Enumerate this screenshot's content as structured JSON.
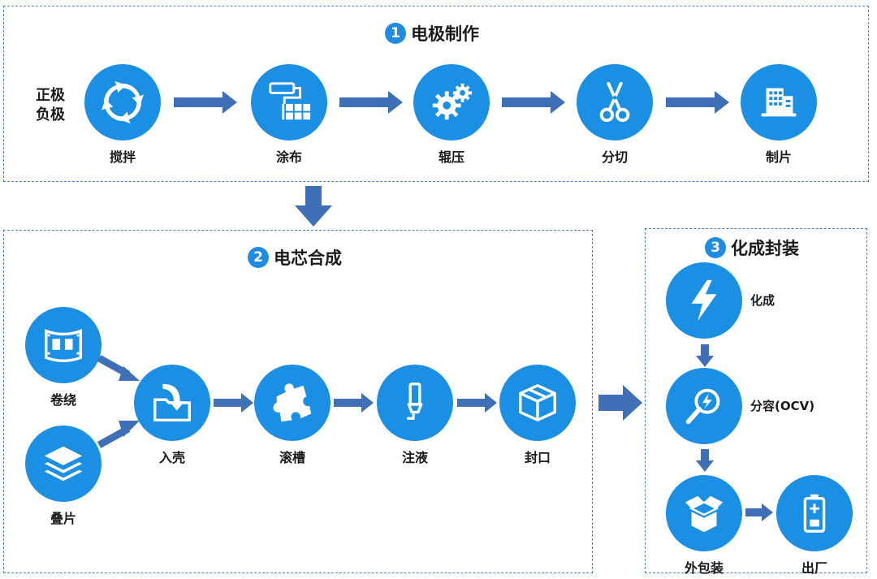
{
  "sections": {
    "electrode": {
      "number": "1",
      "title": "电极制作",
      "input_lines": [
        "正极",
        "负极"
      ],
      "steps": [
        {
          "label": "搅拌",
          "icon": "rotate-cycle-icon"
        },
        {
          "label": "涂布",
          "icon": "paint-roller-icon"
        },
        {
          "label": "辊压",
          "icon": "gears-icon"
        },
        {
          "label": "分切",
          "icon": "scissors-icon"
        },
        {
          "label": "制片",
          "icon": "building-icon"
        }
      ]
    },
    "cell": {
      "number": "2",
      "title": "电芯合成",
      "steps": [
        {
          "label": "卷绕",
          "icon": "film-roll-icon"
        },
        {
          "label": "叠片",
          "icon": "layers-icon"
        },
        {
          "label": "入壳",
          "icon": "folder-insert-icon"
        },
        {
          "label": "滚槽",
          "icon": "puzzle-icon"
        },
        {
          "label": "注液",
          "icon": "marker-pen-icon"
        },
        {
          "label": "封口",
          "icon": "box-icon"
        }
      ]
    },
    "formation": {
      "number": "3",
      "title": "化成封装",
      "steps": [
        {
          "label": "化成",
          "icon": "lightning-icon"
        },
        {
          "label": "分容(OCV)",
          "icon": "magnifier-lightning-icon"
        },
        {
          "label": "外包装",
          "icon": "open-box-icon"
        },
        {
          "label": "出厂",
          "icon": "battery-icon"
        }
      ]
    }
  },
  "colors": {
    "node": "#1a8fe3",
    "arrow": "#3f6fb6",
    "border": "#4f7fc4",
    "badge": "#1f8be3"
  }
}
